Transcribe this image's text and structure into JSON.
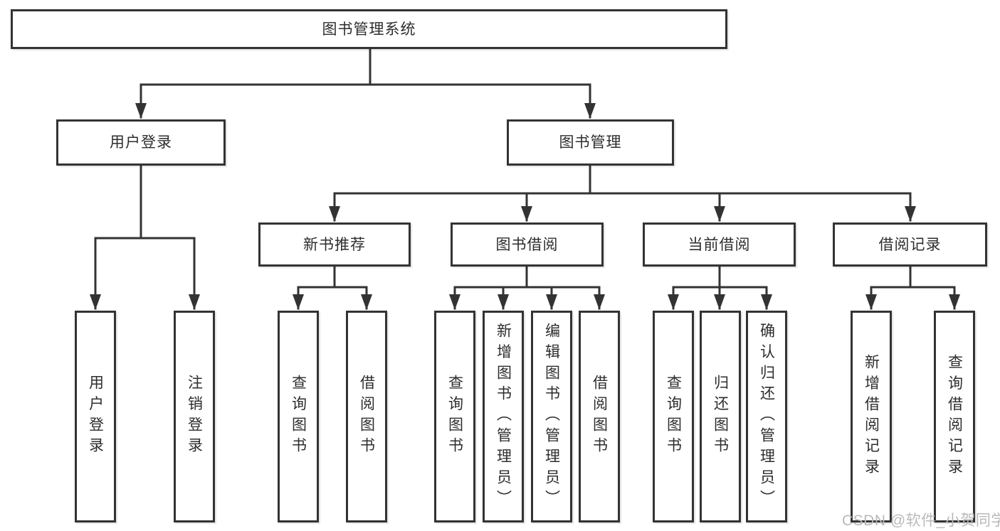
{
  "diagram": {
    "title": "图书管理系统",
    "user_login": {
      "label": "用户登录",
      "children": [
        "用户登录",
        "注销登录"
      ]
    },
    "book_mgmt": {
      "label": "图书管理",
      "modules": [
        {
          "label": "新书推荐",
          "children": [
            "查询图书",
            "借阅图书"
          ]
        },
        {
          "label": "图书借阅",
          "children": [
            "查询图书",
            "新增图书（管理员）",
            "编辑图书（管理员）",
            "借阅图书"
          ]
        },
        {
          "label": "当前借阅",
          "children": [
            "查询图书",
            "归还图书",
            "确认归还（管理员）"
          ]
        },
        {
          "label": "借阅记录",
          "children": [
            "新增借阅记录",
            "查询借阅记录"
          ]
        }
      ]
    }
  },
  "watermark": "CSDN @软件_小贺同学",
  "colors": {
    "line": "#333333",
    "text": "#2d2d2d",
    "watermark": "#b9b9b9",
    "background": "#ffffff"
  }
}
